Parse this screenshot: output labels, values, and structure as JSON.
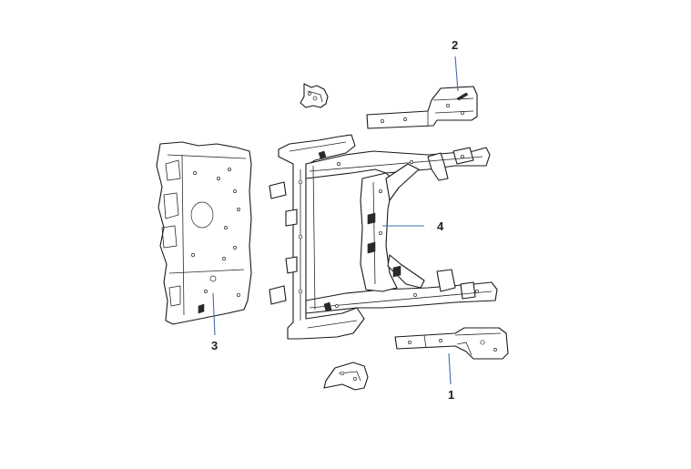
{
  "diagram": {
    "callouts": [
      {
        "id": "1",
        "label": "1"
      },
      {
        "id": "2",
        "label": "2"
      },
      {
        "id": "3",
        "label": "3"
      },
      {
        "id": "4",
        "label": "4"
      }
    ],
    "colors": {
      "line": "#1a1a1a",
      "leader": "#3b6fb0",
      "background": "#ffffff"
    }
  }
}
